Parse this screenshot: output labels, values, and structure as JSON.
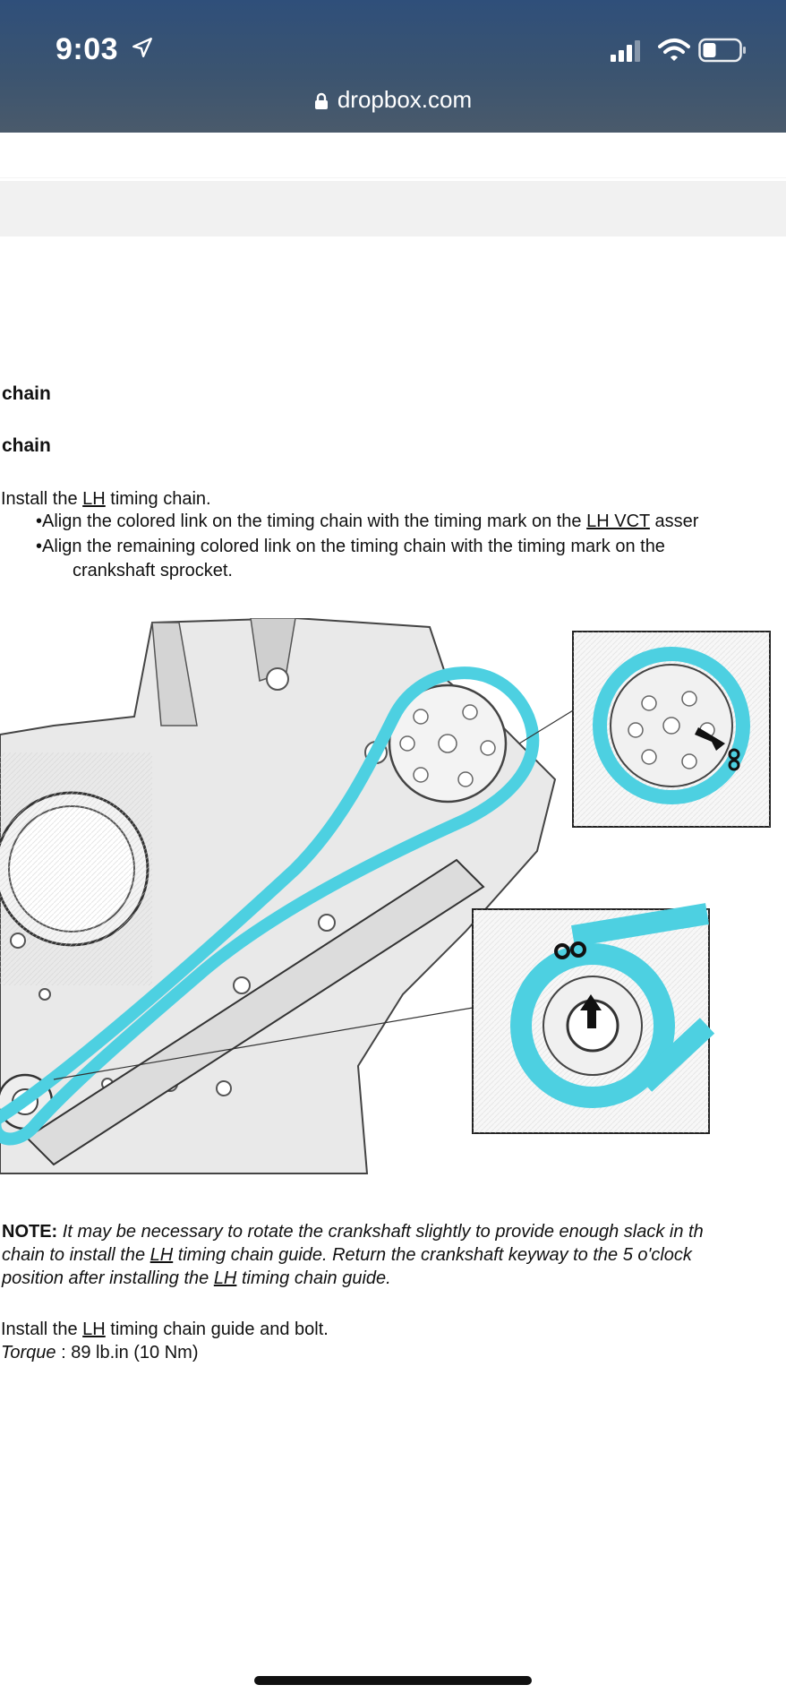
{
  "status_bar": {
    "time": "9:03",
    "url": "dropbox.com"
  },
  "doc": {
    "heading1": "chain",
    "heading2": "chain",
    "step1": {
      "pre": "Install the ",
      "abbr": "LH",
      "post": " timing chain."
    },
    "bullet1": {
      "pre": "Align the colored link on the timing chain with the timing mark on the ",
      "link": "LH VCT",
      "post": " asser"
    },
    "bullet2": {
      "line1": "Align the remaining colored link on the timing chain with the timing mark on the",
      "line2": "crankshaft sprocket."
    },
    "note": {
      "label": "NOTE:",
      "line1": " It may be necessary to rotate the crankshaft slightly to provide enough slack in th",
      "line2_pre": "chain to install the ",
      "line2_abbr": "LH",
      "line2_post": " timing chain guide. Return the crankshaft keyway to the 5 o'clock",
      "line3_pre": "position after installing the ",
      "line3_abbr": "LH",
      "line3_post": " timing chain guide."
    },
    "step2": {
      "pre": "Install the ",
      "abbr": "LH",
      "post": " timing chain guide and bolt."
    },
    "torque": {
      "label": "Torque",
      "value": " : 89 lb.in (10 Nm)"
    }
  },
  "colors": {
    "chain": "#4dd0e1",
    "status_bg": "#3b5470"
  },
  "icons": [
    "location-arrow-icon",
    "signal-icon",
    "wifi-icon",
    "battery-icon",
    "lock-icon"
  ]
}
